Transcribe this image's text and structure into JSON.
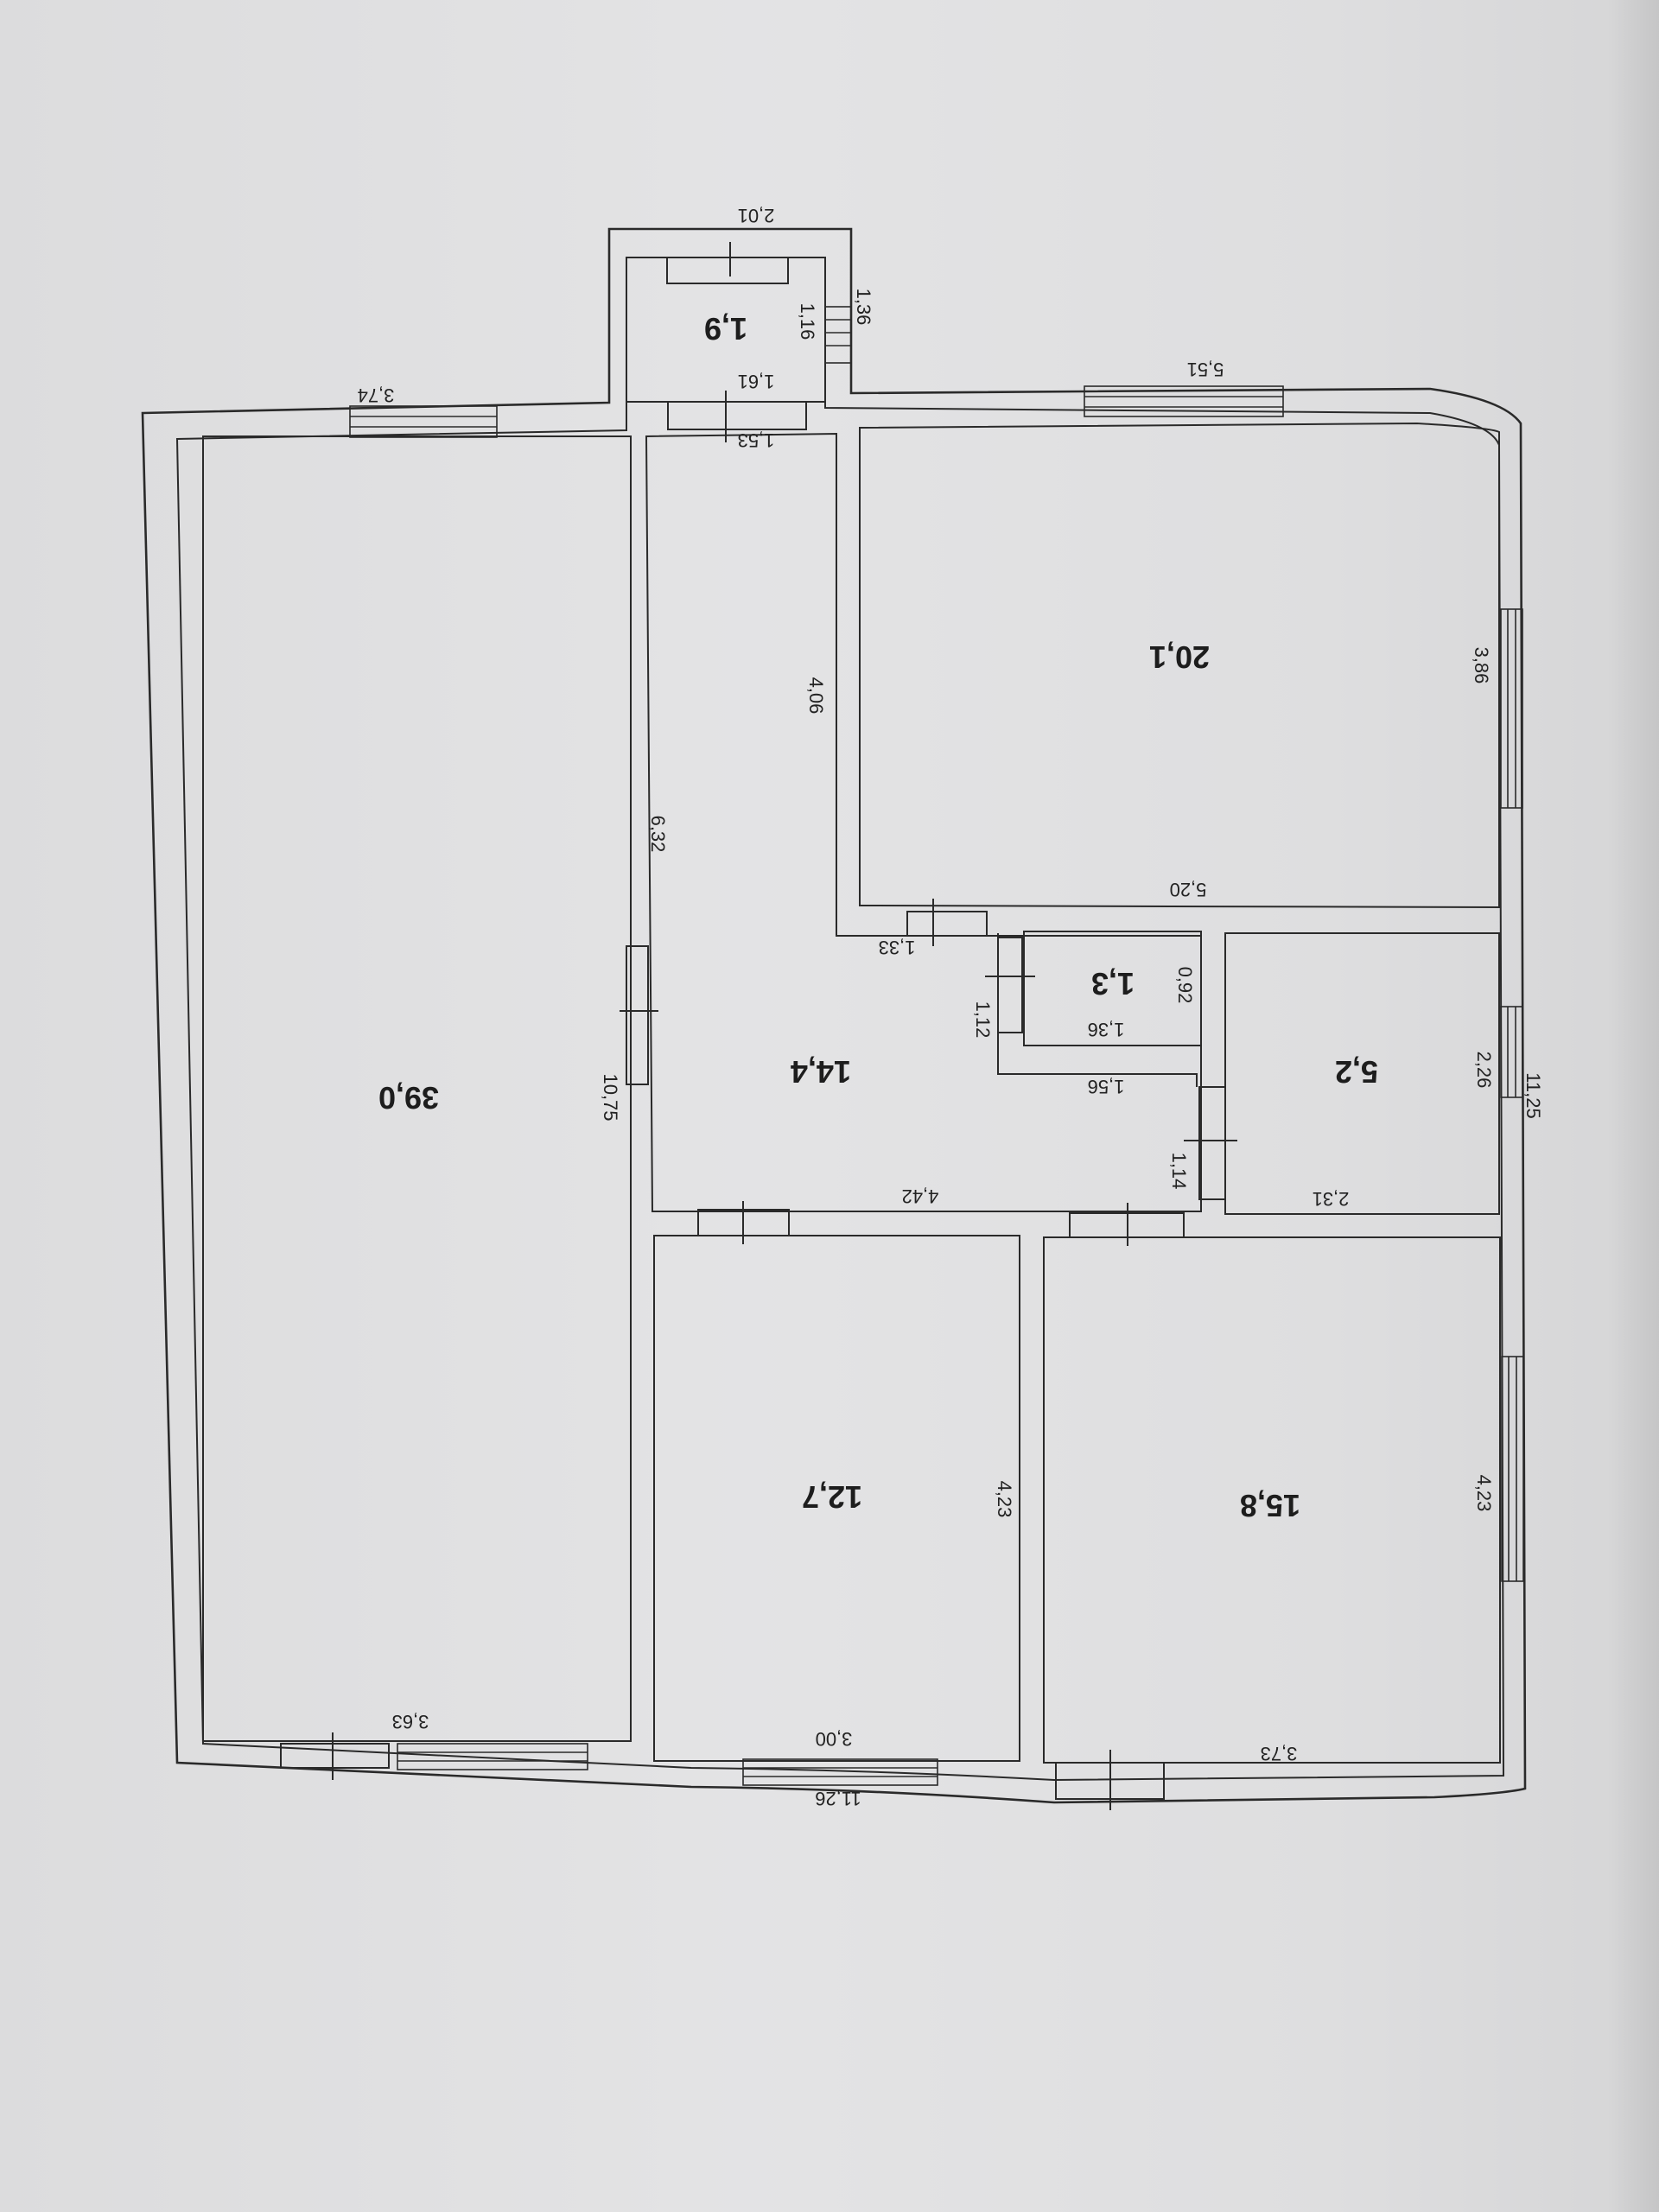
{
  "rooms": {
    "balcony": "1,9",
    "room_20": "20,1",
    "hall": "14,4",
    "bath": "1,3",
    "room_5": "5,2",
    "living": "39,0",
    "room_12": "12,7",
    "room_15": "15,8"
  },
  "dims": {
    "d_2_01": "2,01",
    "d_1_36": "1,36",
    "d_1_16": "1,16",
    "d_1_61": "1,61",
    "d_1_53": "1,53",
    "d_5_51": "5,51",
    "d_3_74": "3,74",
    "d_4_06": "4,06",
    "d_3_86": "3,86",
    "d_6_32": "6,32",
    "d_5_20": "5,20",
    "d_1_33": "1,33",
    "d_0_92": "0,92",
    "d_1_12": "1,12",
    "d_1_36b": "1,36",
    "d_2_26": "2,26",
    "d_11_25": "11,25",
    "d_10_75": "10,75",
    "d_1_56": "1,56",
    "d_1_14": "1,14",
    "d_4_42": "4,42",
    "d_2_31": "2,31",
    "d_4_23a": "4,23",
    "d_4_23b": "4,23",
    "d_3_63": "3,63",
    "d_3_00": "3,00",
    "d_3_73": "3,73",
    "d_11_26": "11,26"
  }
}
